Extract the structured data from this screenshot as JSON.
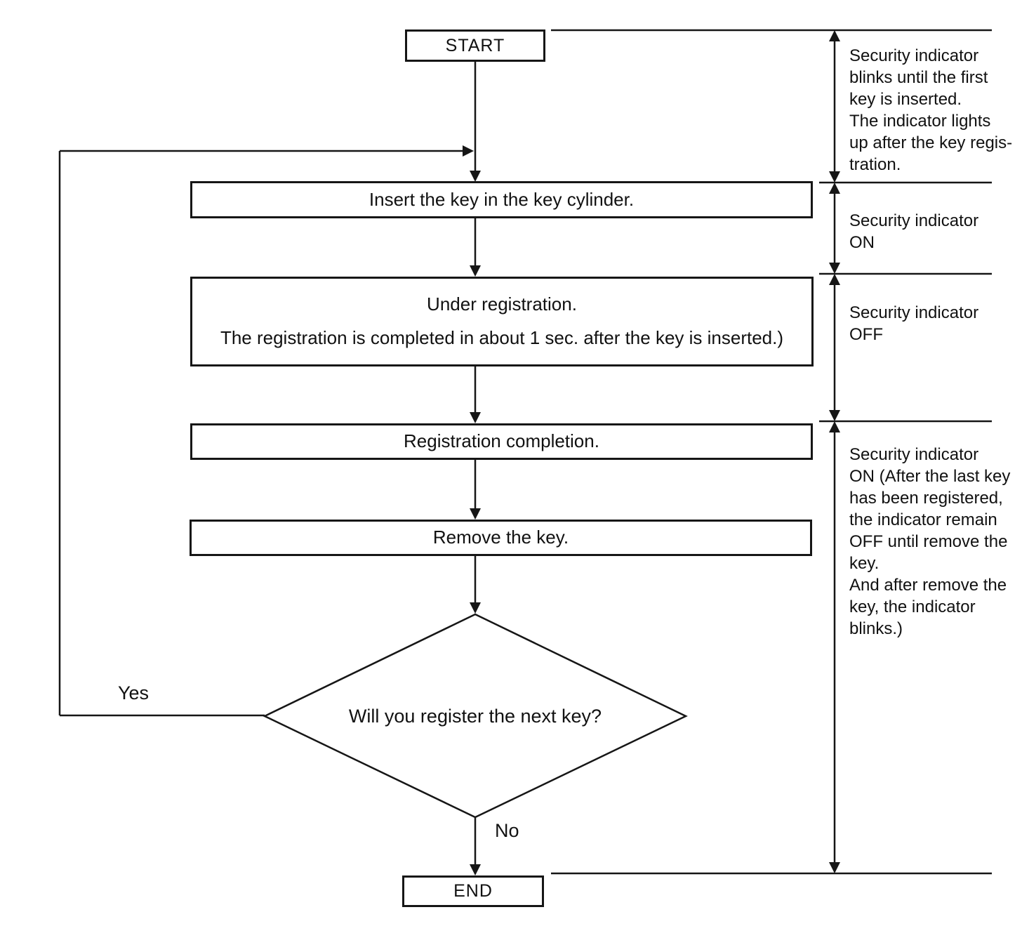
{
  "colors": {
    "background": "#ffffff",
    "line": "#161616",
    "text": "#111111"
  },
  "flowchart": {
    "nodes": {
      "start": "START",
      "insert_key": "Insert the key in the key cylinder.",
      "under_registration": {
        "line1": "Under registration.",
        "line2": "The registration is completed in about 1 sec. after the key is inserted.)"
      },
      "registration_completion": "Registration completion.",
      "remove_key": "Remove the key.",
      "decision": "Will you register the next key?",
      "end": "END"
    },
    "edge_labels": {
      "yes": "Yes",
      "no": "No"
    }
  },
  "annotations": [
    [
      "Security indicator",
      "blinks until the first",
      "key is inserted.",
      "The indicator lights",
      "up after the key regis-",
      "tration."
    ],
    [
      "Security indicator",
      "ON"
    ],
    [
      "Security indicator",
      "OFF"
    ],
    [
      "Security indicator",
      "ON (After the last key",
      "has been registered,",
      "the indicator remain",
      "OFF until remove the",
      "key.",
      "And after remove the",
      "key, the indicator",
      "blinks.)"
    ]
  ]
}
